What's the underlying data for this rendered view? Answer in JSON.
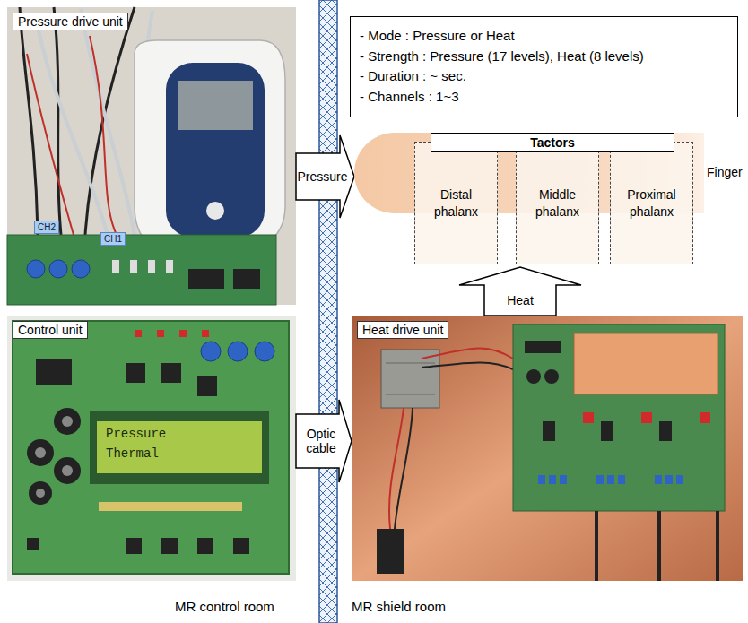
{
  "diagram": {
    "nodes": [
      {
        "text": [
          "Pressure drive unit"
        ]
      },
      {
        "text": [
          "- Mode : Pressure or Heat",
          "- Strength : Pressure (17 levels), Heat (8 levels)",
          "- Duration : ~ sec.",
          "- Channels : 1~3"
        ]
      },
      {
        "text": [
          "Finger"
        ]
      },
      {
        "text": [
          "Tactors"
        ],
        "in": 2
      },
      {
        "text": [
          "Distal phalanx"
        ],
        "in": 2
      },
      {
        "text": [
          "Middle phalanx"
        ],
        "in": 2
      },
      {
        "text": [
          "Proximal phalanx"
        ],
        "in": 2
      },
      {
        "text": [
          "Control unit"
        ]
      },
      {
        "text": [
          "Heat drive unit"
        ]
      }
    ],
    "edges": [
      {
        "from": 0,
        "to": 2,
        "label": "Pressure",
        "arrow": "to"
      },
      {
        "from": 8,
        "to": 2,
        "label": "Heat",
        "arrow": "to"
      },
      {
        "from": 7,
        "to": 8,
        "label": "Optic cable",
        "arrow": "to"
      }
    ],
    "labels": [
      "CH2",
      "CH1",
      "Pressure",
      "Thermal",
      "MR control room",
      "MR shield room"
    ]
  }
}
